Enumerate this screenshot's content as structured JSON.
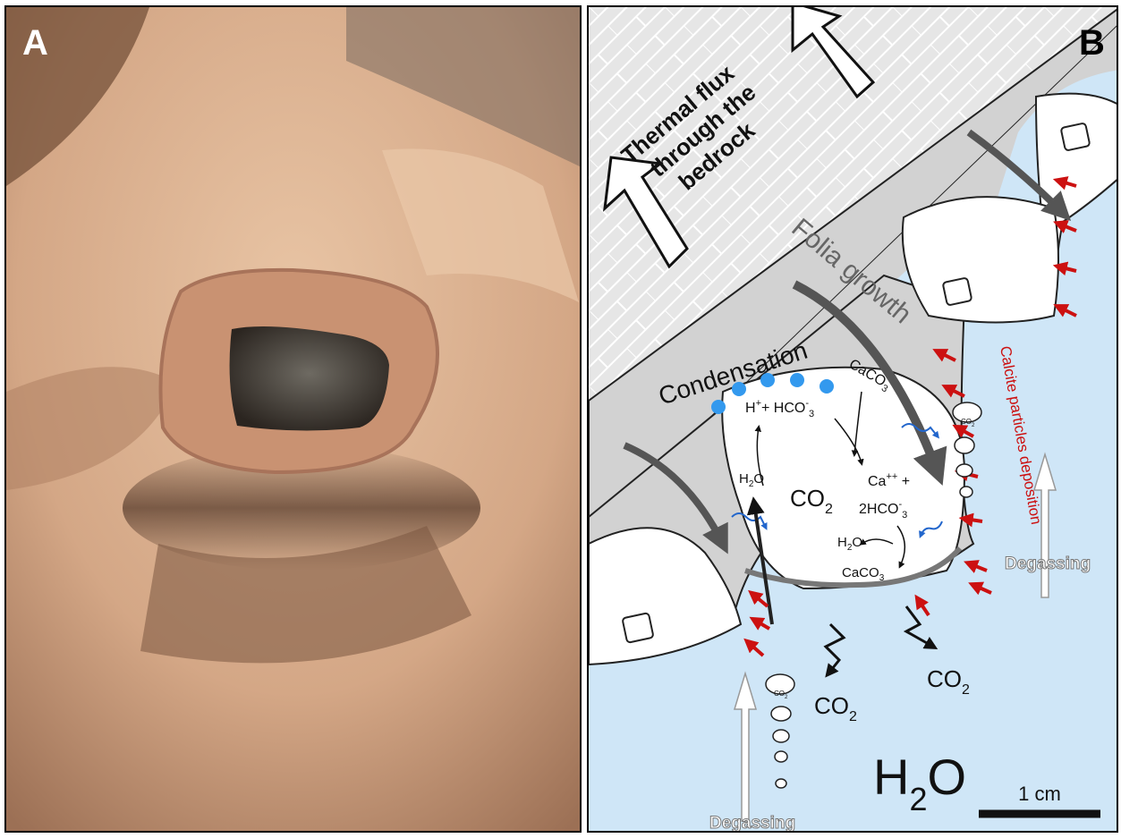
{
  "panel_a": {
    "letter": "A"
  },
  "panel_b": {
    "letter": "B",
    "thermal_flux": [
      "Thermal flux",
      "through the",
      "bedrock"
    ],
    "folia_growth": "Folia growth",
    "condensation": "Condensation",
    "calcite_label": "Calcite particles deposition",
    "degassing": "Degassing",
    "h2o_large": {
      "base": "H",
      "sub": "2",
      "tail": "O"
    },
    "scale_bar": "1 cm",
    "chem": {
      "caco3_top": "CaCO",
      "h_plus": "H",
      "hco3": "HCO",
      "h2o": "H",
      "co2": "CO",
      "ca": "Ca",
      "two_hco3": "2HCO",
      "caco3_bottom": "CaCO",
      "plus": "+",
      "minus": "-",
      "pp": "++",
      "two": "2",
      "three": "3",
      "o": "O"
    }
  },
  "colors": {
    "water": "#cfe6f7",
    "rock": "#d4d4d4",
    "bedrock": "#e4e4e4",
    "red_arrow": "#cc1111",
    "blue_drop": "#3399ee",
    "dark_arrow": "#555555"
  }
}
